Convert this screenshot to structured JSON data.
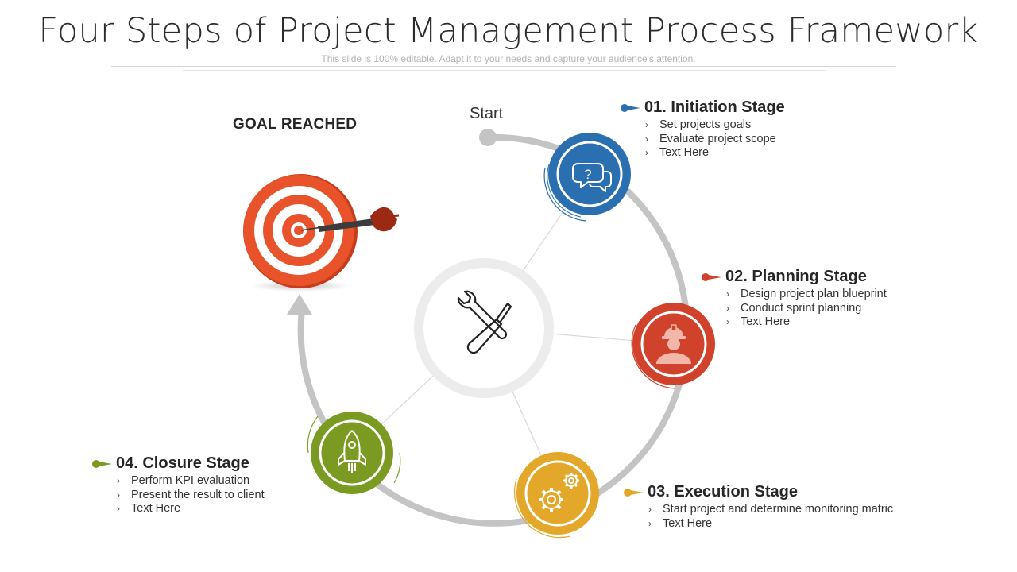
{
  "slide": {
    "title": "Four Steps of Project Management Process Framework",
    "subtitle": "This slide is 100% editable. Adapt it to your needs and capture your audience's attention."
  },
  "goal_label": "GOAL REACHED",
  "start_label": "Start",
  "stages": [
    {
      "name": "01. Initiation  Stage",
      "color": "#2a6fb0",
      "icon": "speech-bubbles-question-icon",
      "bullets": [
        "Set projects goals",
        "Evaluate project scope",
        "Text Here"
      ]
    },
    {
      "name": "02. Planning Stage",
      "color": "#d0422b",
      "icon": "worker-helmet-icon",
      "bullets": [
        "Design project plan blueprint",
        "Conduct sprint planning",
        "Text Here"
      ]
    },
    {
      "name": "03. Execution Stage",
      "color": "#e3a72a",
      "icon": "gears-icon",
      "bullets": [
        "Start project and determine monitoring matric",
        "Text Here"
      ]
    },
    {
      "name": "04. Closure Stage",
      "color": "#7a9a22",
      "icon": "rocket-icon",
      "bullets": [
        "Perform KPI evaluation",
        "Present the result to client",
        "Text Here"
      ]
    }
  ],
  "center_icon": "tools-wrench-screwdriver-icon",
  "target_icon": "target-dart-icon",
  "colors": {
    "track": "#c4c4c4",
    "hub_ring": "#ececec",
    "target_red": "#e8532b"
  },
  "bullet_glyph": "›"
}
